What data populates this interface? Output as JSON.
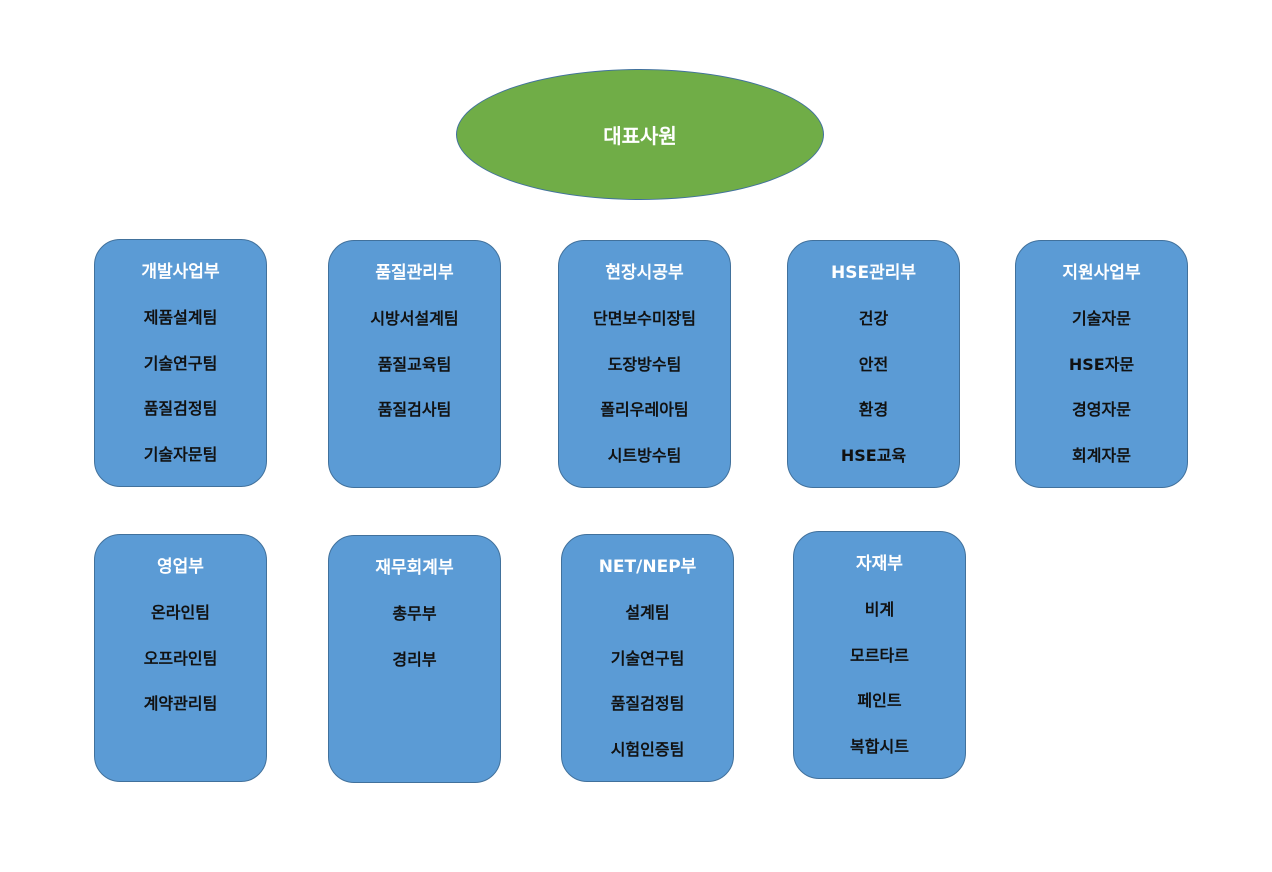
{
  "ceo": {
    "label": "대표사원"
  },
  "departments": [
    {
      "title": "개발사업부",
      "teams": [
        "제품설계팀",
        "기술연구팀",
        "품질검정팀",
        "기술자문팀"
      ]
    },
    {
      "title": "품질관리부",
      "teams": [
        "시방서설계팀",
        "품질교육팀",
        "품질검사팀"
      ]
    },
    {
      "title": "현장시공부",
      "teams": [
        "단면보수미장팀",
        "도장방수팀",
        "폴리우레아팀",
        "시트방수팀"
      ]
    },
    {
      "title": "HSE관리부",
      "teams": [
        "건강",
        "안전",
        "환경",
        "HSE교육"
      ]
    },
    {
      "title": "지원사업부",
      "teams": [
        "기술자문",
        "HSE자문",
        "경영자문",
        "회계자문"
      ]
    },
    {
      "title": "영업부",
      "teams": [
        "온라인팀",
        "오프라인팀",
        "계약관리팀"
      ]
    },
    {
      "title": "재무회계부",
      "teams": [
        "총무부",
        "경리부"
      ]
    },
    {
      "title": "NET/NEP부",
      "teams": [
        "설계팀",
        "기술연구팀",
        "품질검정팀",
        "시험인증팀"
      ]
    },
    {
      "title": "자재부",
      "teams": [
        "비계",
        "모르타르",
        "페인트",
        "복합시트"
      ]
    }
  ]
}
